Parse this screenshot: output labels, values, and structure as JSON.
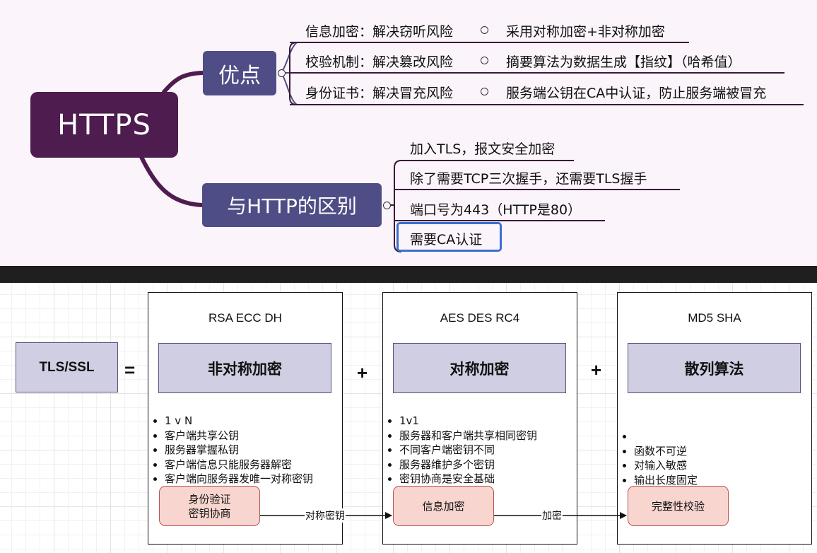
{
  "mindmap": {
    "root": "HTTPS",
    "branches": [
      {
        "label": "优点",
        "children": [
          {
            "label": "信息加密：解决窃听风险",
            "detail": "采用对称加密+非对称加密"
          },
          {
            "label": "校验机制：解决篡改风险",
            "detail": "摘要算法为数据生成【指纹】（哈希值）"
          },
          {
            "label": "身份证书：解决冒充风险",
            "detail": "服务端公钥在CA中认证，防止服务端被冒充"
          }
        ]
      },
      {
        "label": "与HTTP的区别",
        "children": [
          {
            "label": "加入TLS，报文安全加密"
          },
          {
            "label": "除了需要TCP三次握手，还需要TLS握手"
          },
          {
            "label": "端口号为443（HTTP是80）"
          },
          {
            "label": "需要CA认证"
          }
        ]
      }
    ],
    "colors": {
      "root": "#4f1c4f",
      "branch": "#4f4d85",
      "background": "#fbf4fa",
      "selection": "#3b6fcf"
    }
  },
  "diagram": {
    "tls": "TLS/SSL",
    "equals": "=",
    "plus": "+",
    "containers": [
      {
        "algorithms": "RSA ECC DH",
        "title": "非对称加密",
        "bullets": [
          "1 v N",
          "客户端共享公钥",
          "服务器掌握私钥",
          "客户端信息只能服务器解密",
          "客户端向服务器发唯一对称密钥"
        ],
        "role": [
          "身份验证",
          "密钥协商"
        ]
      },
      {
        "algorithms": "AES DES RC4",
        "title": "对称加密",
        "bullets": [
          "1v1",
          "服务器和客户端共享相同密钥",
          "不同客户端密钥不同",
          "服务器维护多个密钥",
          "密钥协商是安全基础"
        ],
        "role": [
          "信息加密"
        ]
      },
      {
        "algorithms": "MD5 SHA",
        "title": "散列算法",
        "bullets": [
          "",
          "函数不可逆",
          "对输入敏感",
          "输出长度固定"
        ],
        "role": [
          "完整性校验"
        ]
      }
    ],
    "edges": [
      {
        "label": "对称密钥"
      },
      {
        "label": "加密"
      }
    ],
    "colors": {
      "header_fill": "#d0cee2",
      "header_stroke": "#56517e",
      "role_fill": "#f8d6cf",
      "role_stroke": "#b85450"
    }
  }
}
